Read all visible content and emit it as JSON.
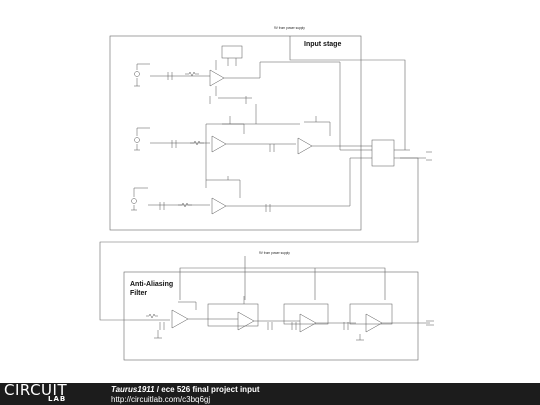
{
  "diagram": {
    "input_stage_title": "Input stage",
    "anti_aliasing_title_line1": "Anti-Aliasing",
    "anti_aliasing_title_line2": "Filter",
    "supply_label_top": "9V from power supply",
    "supply_label_bottom": "9V from power supply"
  },
  "footer": {
    "logo_text": "CIRCUIT",
    "logo_sub": "LAB",
    "author": "Taurus1911",
    "separator": " / ",
    "project": "ece 526 final project input",
    "url": "http://circuitlab.com/c3bq6gj"
  },
  "colors": {
    "wire": "#555555",
    "box": "#888888",
    "footer_bg": "#1c1c1c"
  }
}
